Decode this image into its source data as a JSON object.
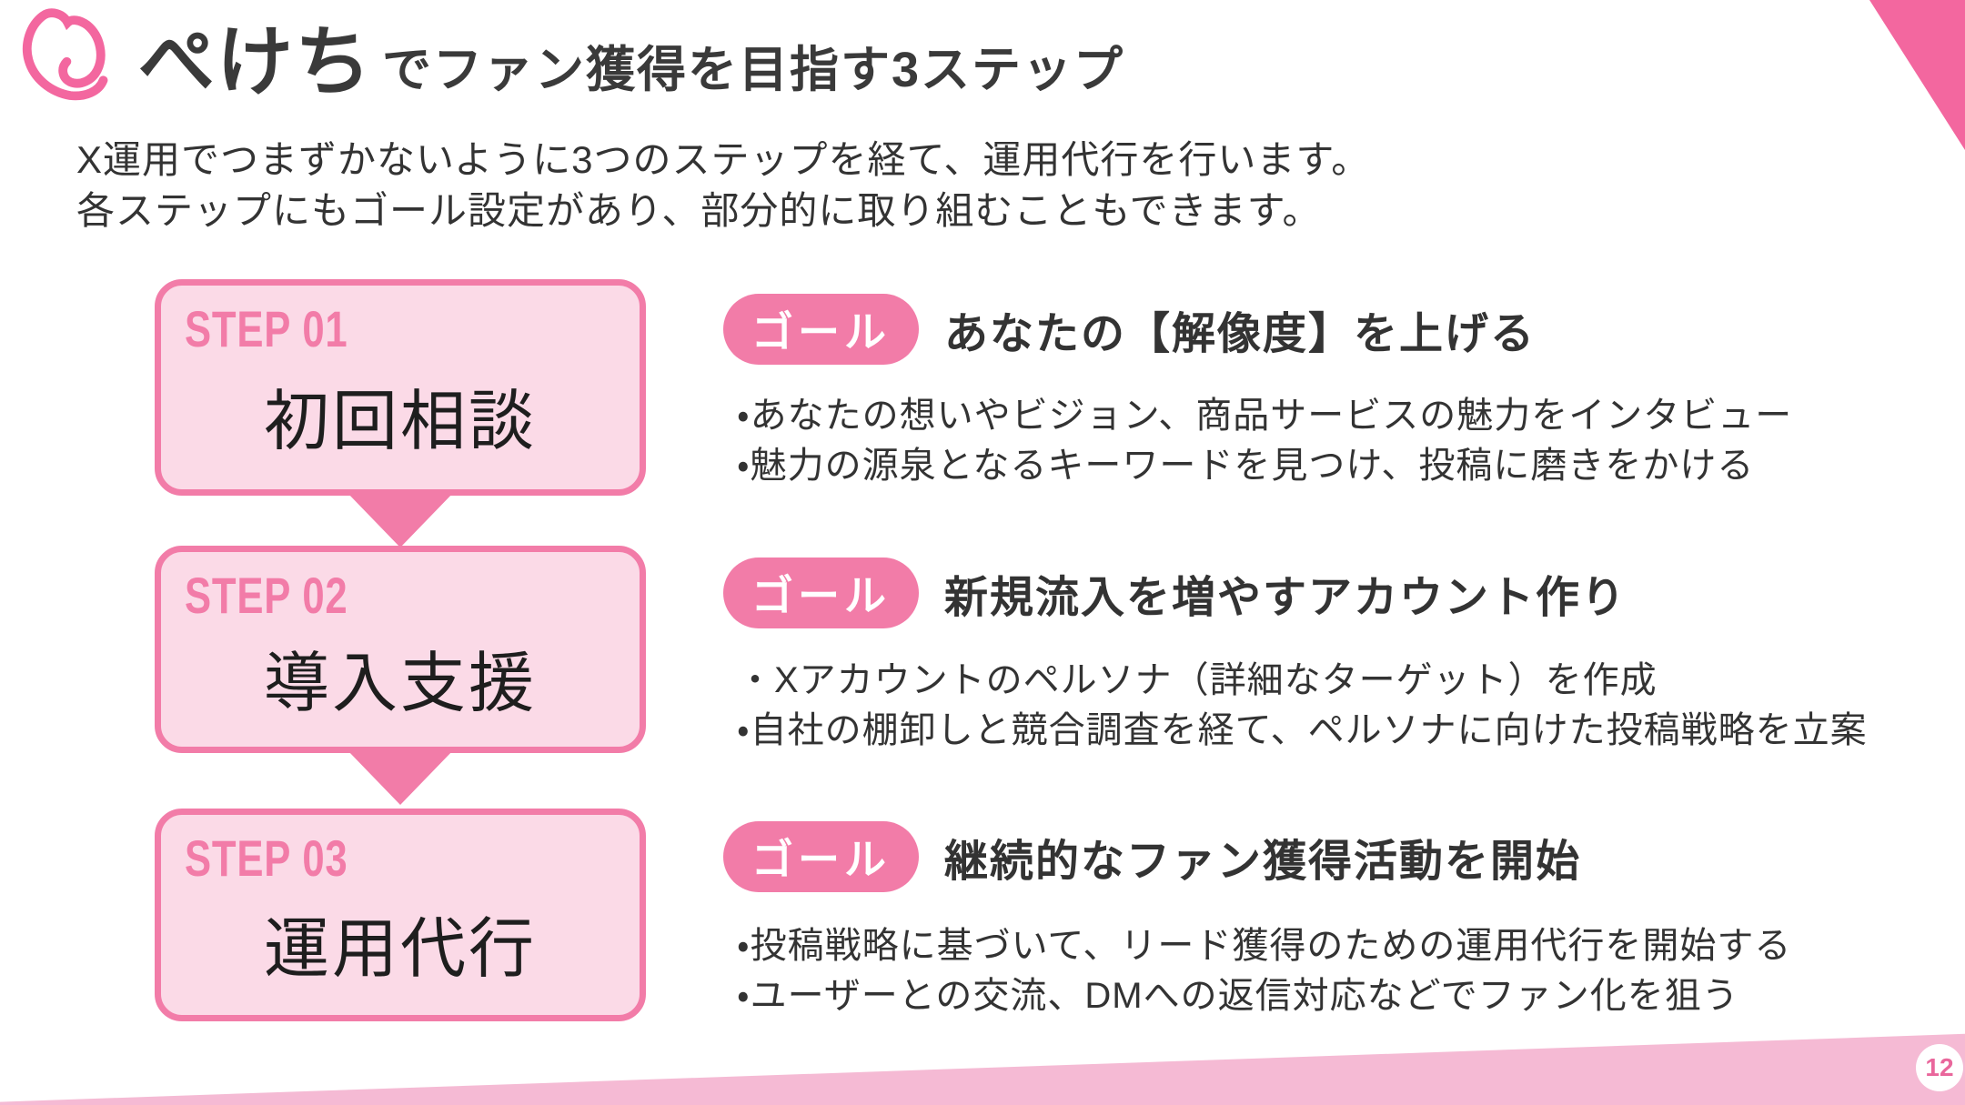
{
  "header": {
    "logo_icon": "peach-curl-icon",
    "brand": "ぺけち",
    "title_rest": "でファン獲得を目指す3ステップ"
  },
  "intro": {
    "line1": "X運用でつまずかないように3つのステップを経て、運用代行を行います。",
    "line2": "各ステップにもゴール設定があり、部分的に取り組むこともできます。"
  },
  "steps": [
    {
      "label": "STEP 01",
      "name": "初回相談",
      "goal_label": "ゴール",
      "goal": "あなたの【解像度】を上げる",
      "bullets": [
        "・あなたの想いやビジョン、商品サービスの魅力をインタビュー",
        "・魅力の源泉となるキーワードを見つけ、投稿に磨きをかける"
      ]
    },
    {
      "label": "STEP 02",
      "name": "導入支援",
      "goal_label": "ゴール",
      "goal": "新規流入を増やすアカウント作り",
      "bullets": [
        "・Xアカウントのペルソナ（詳細なターゲット）を作成",
        "・自社の棚卸しと競合調査を経て、ペルソナに向けた投稿戦略を立案"
      ]
    },
    {
      "label": "STEP 03",
      "name": "運用代行",
      "goal_label": "ゴール",
      "goal": "継続的なファン獲得活動を開始",
      "bullets": [
        "・投稿戦略に基づいて、リード獲得のための運用代行を開始する",
        "・ユーザーとの交流、DMへの返信対応などでファン化を狙う"
      ]
    }
  ],
  "page": {
    "number": "12"
  },
  "colors": {
    "accent_pink": "#F3679F",
    "shape_pink": "#F27CA8",
    "box_fill_pink": "#FBDAE7",
    "band_pink": "#F5BAD4",
    "page_number_pink": "#E9679C",
    "text_dark": "#333333"
  }
}
